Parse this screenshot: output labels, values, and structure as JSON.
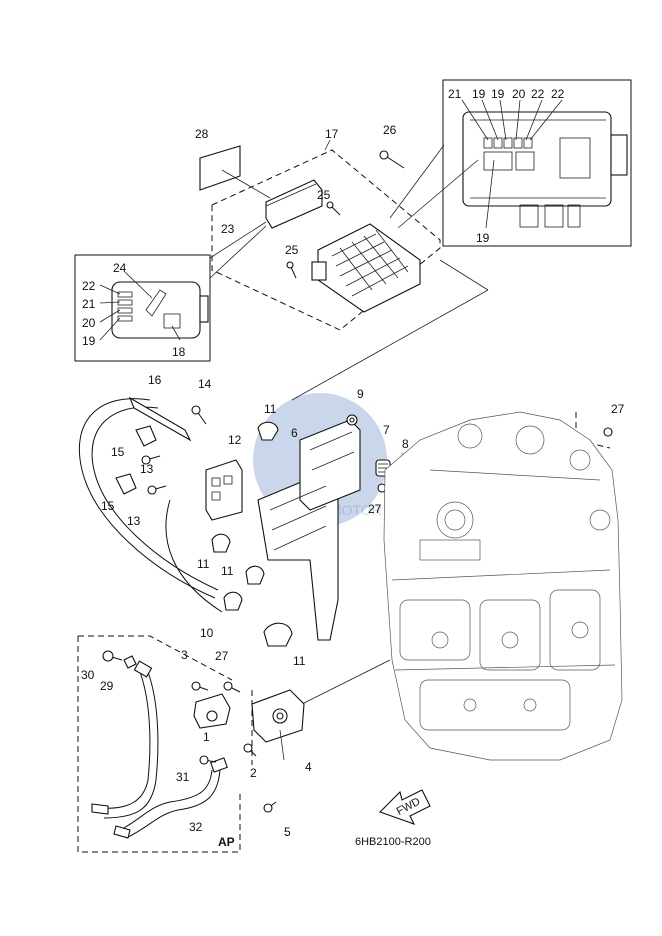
{
  "diagram": {
    "code": "6HB2100-R200",
    "fwd_label": "FWD",
    "ap_label": "AP",
    "watermark_text": "MOTOR PARTS",
    "callouts": [
      "1",
      "2",
      "3",
      "4",
      "5",
      "6",
      "7",
      "8",
      "9",
      "10",
      "11",
      "12",
      "13",
      "14",
      "15",
      "16",
      "17",
      "18",
      "19",
      "20",
      "21",
      "22",
      "23",
      "24",
      "25",
      "26",
      "27",
      "28",
      "29",
      "30",
      "31",
      "32"
    ]
  }
}
